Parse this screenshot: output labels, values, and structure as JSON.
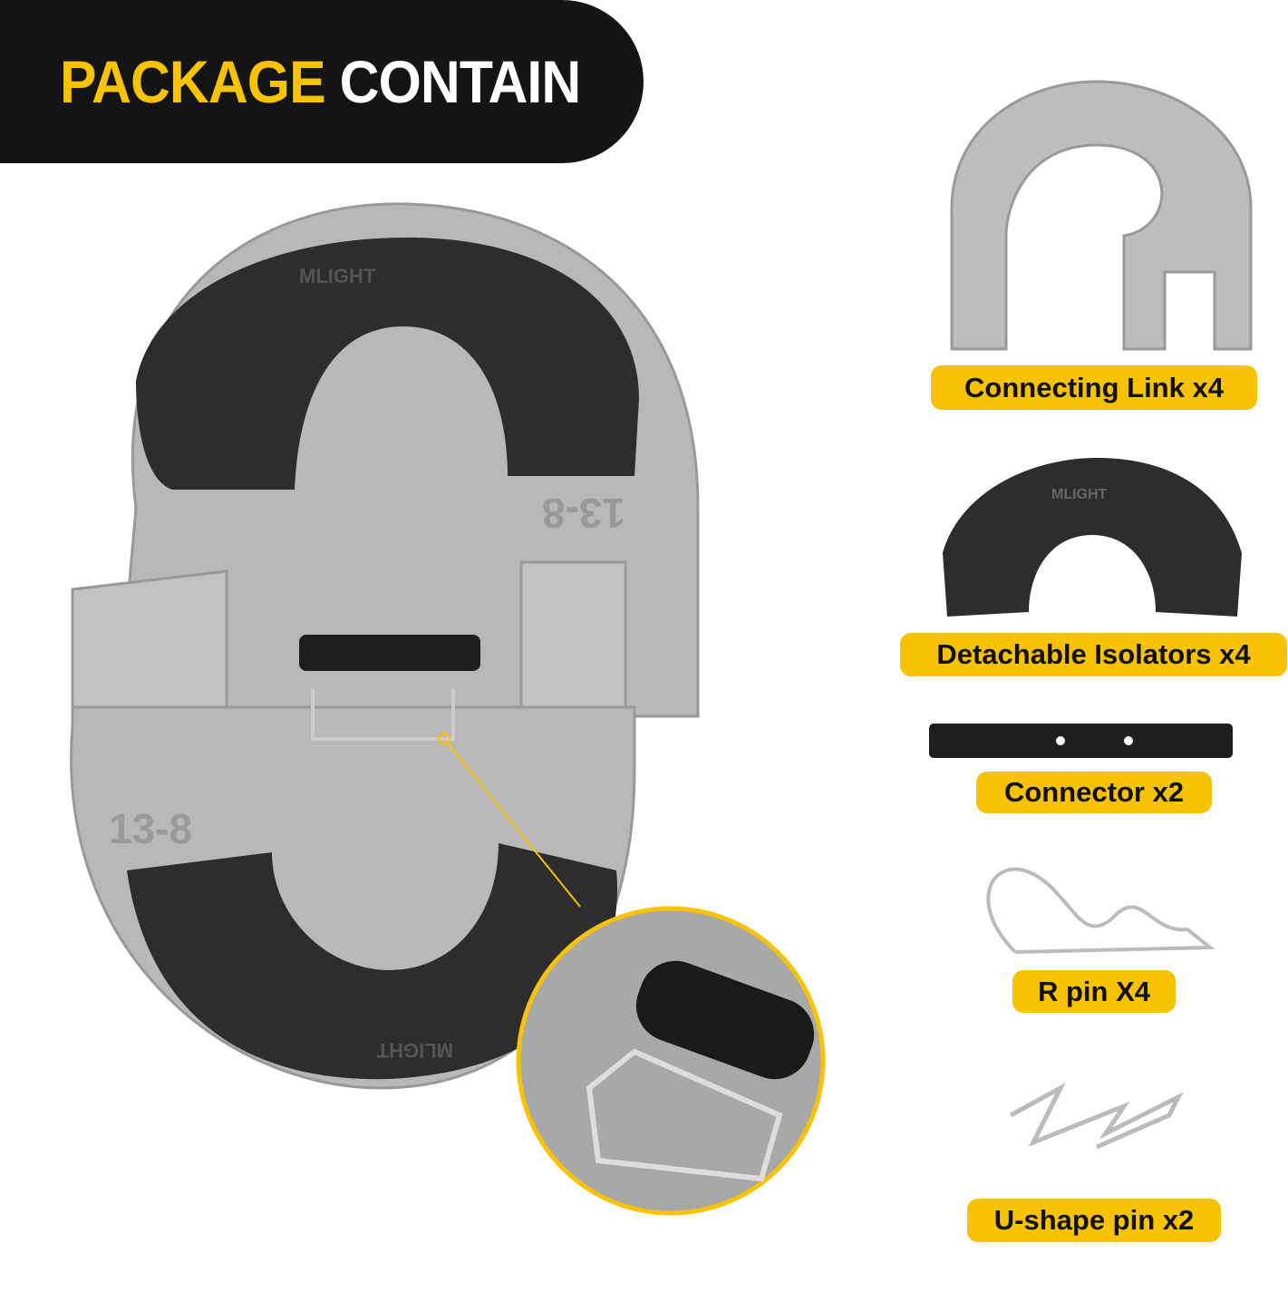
{
  "header": {
    "title_part1": "PACKAGE",
    "title_part2": "CONTAIN"
  },
  "items": [
    {
      "label": "Connecting Link x4"
    },
    {
      "label": "Detachable Isolators x4"
    },
    {
      "label": "Connector x2"
    },
    {
      "label": "R pin X4"
    },
    {
      "label": "U-shape pin x2"
    }
  ],
  "product_markings": {
    "brand": "MLIGHT",
    "size": "13-8"
  },
  "colors": {
    "accent": "#f7c200",
    "header_bg": "#141414",
    "metal": "#b4b4b4",
    "isolator": "#2a2a2a"
  }
}
